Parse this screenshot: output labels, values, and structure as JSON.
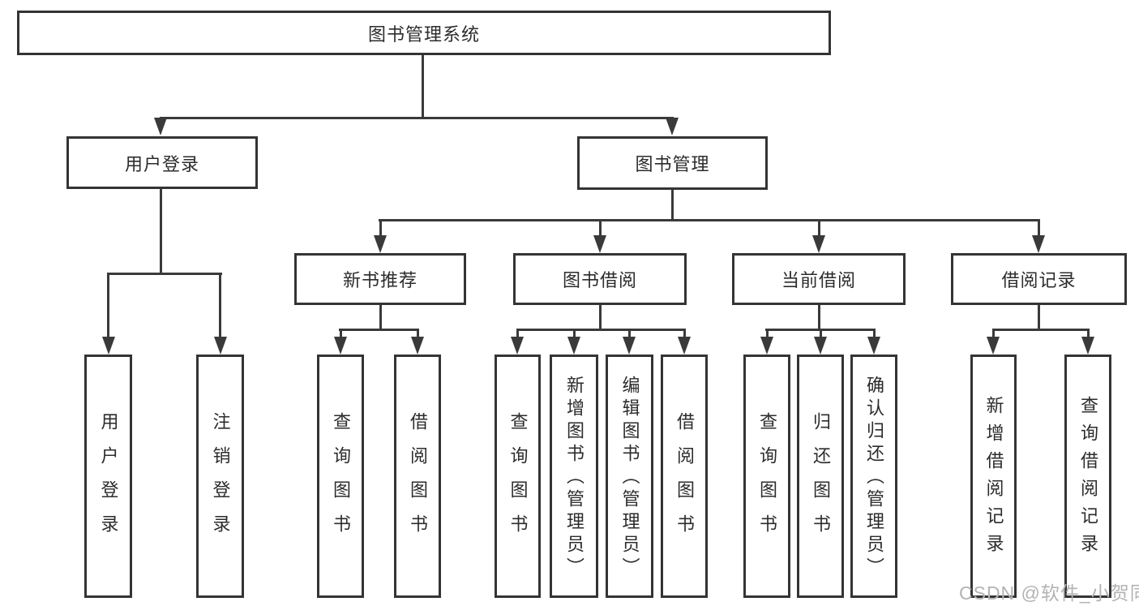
{
  "tree": {
    "root": {
      "label": "图书管理系统",
      "children": [
        {
          "label": "用户登录",
          "children": [
            {
              "label": "用户登录"
            },
            {
              "label": "注销登录"
            }
          ]
        },
        {
          "label": "图书管理",
          "children": [
            {
              "label": "新书推荐",
              "children": [
                {
                  "label": "查询图书"
                },
                {
                  "label": "借阅图书"
                }
              ]
            },
            {
              "label": "图书借阅",
              "children": [
                {
                  "label": "查询图书"
                },
                {
                  "label": "新增图书（管理员）"
                },
                {
                  "label": "编辑图书（管理员）"
                },
                {
                  "label": "借阅图书"
                }
              ]
            },
            {
              "label": "当前借阅",
              "children": [
                {
                  "label": "查询图书"
                },
                {
                  "label": "归还图书"
                },
                {
                  "label": "确认归还（管理员）"
                }
              ]
            },
            {
              "label": "借阅记录",
              "children": [
                {
                  "label": "新增借阅记录"
                },
                {
                  "label": "查询借阅记录"
                }
              ]
            }
          ]
        }
      ]
    }
  },
  "watermark": {
    "text": "CSDN @软件_小贺同学"
  },
  "colors": {
    "line": "#3a3a3a",
    "border": "#343434",
    "text": "#2c2c2c",
    "watermark": "#b3b3b3",
    "background": "#ffffff"
  }
}
